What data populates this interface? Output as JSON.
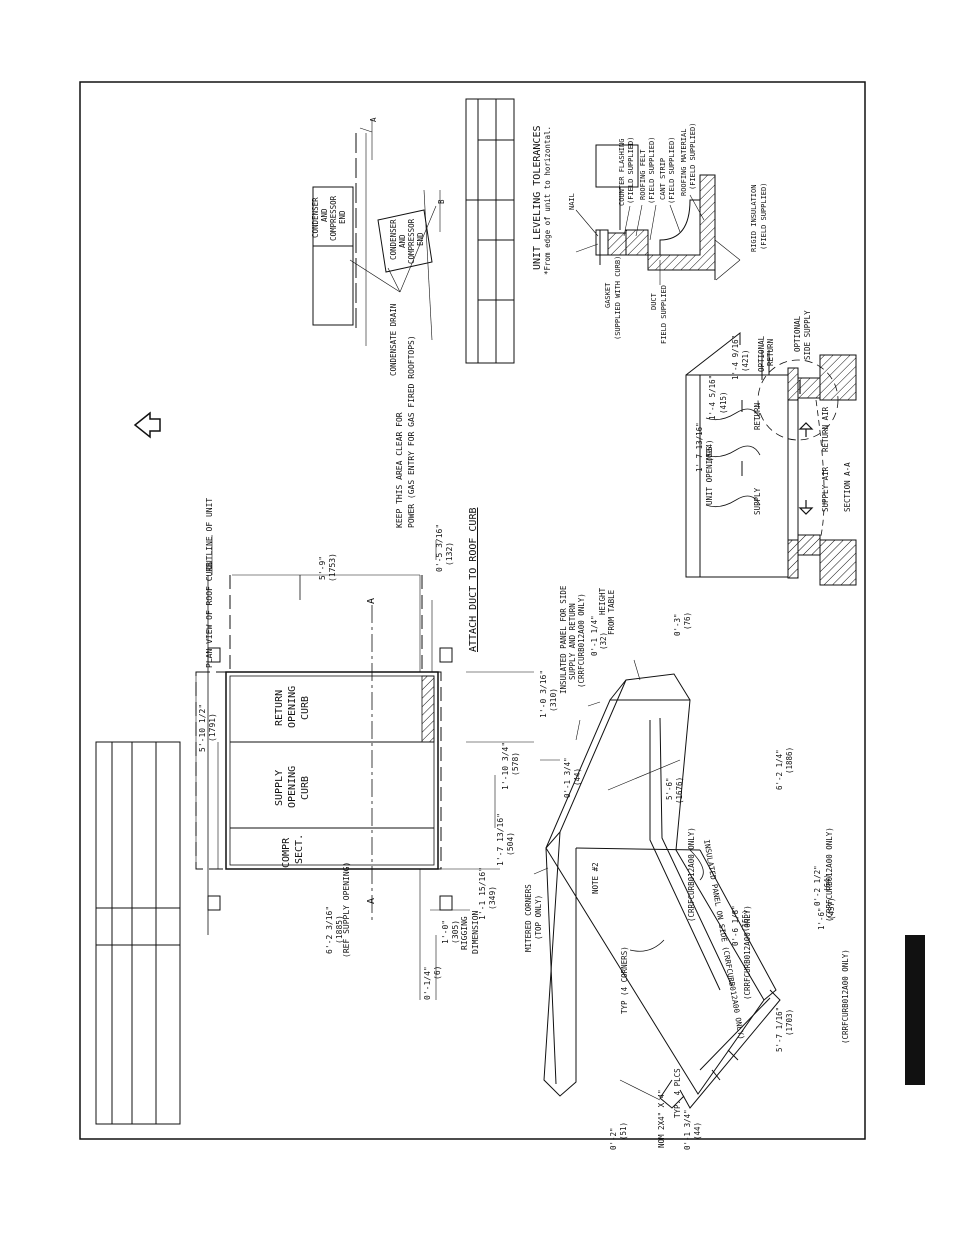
{
  "labels": {
    "plan_view": "PLAN VIEW OF ROOF CURB",
    "outline": "OUTLINE OF UNIT",
    "compr": "COMPR",
    "sect": "SECT.",
    "supply_curb_1": "SUPPLY",
    "supply_curb_2": "OPENING",
    "supply_curb_3": "CURB",
    "return_curb_1": "RETURN",
    "return_curb_2": "OPENING",
    "return_curb_3": "CURB",
    "attach_duct": "ATTACH DUCT TO ROOF CURB",
    "keep_clear_1": "KEEP THIS AREA CLEAR FOR",
    "keep_clear_2": "POWER (GAS ENTRY FOR GAS FIRED ROOFTOPS)",
    "section_letter": "A",
    "condensate_drain": "CONDENSATE DRAIN",
    "cond_comp_1": "CONDENSER",
    "cond_comp_2": "AND",
    "cond_comp_3": "COMPRESSOR",
    "cond_comp_4": "END",
    "level_letter_a": "A",
    "level_letter_b": "B",
    "unit_leveling": "UNIT LEVELING TOLERANCES",
    "from_edge": "*From edge of unit to horizontal.",
    "nail": "NAIL",
    "counter_flashing_1": "COUNTER FLASHING",
    "counter_flashing_2": "(FIELD SUPPLIED)",
    "roofing_felt_1": "ROOFING FELT",
    "roofing_felt_2": "(FIELD SUPPLIED)",
    "cant_strip_1": "CANT STRIP",
    "cant_strip_2": "(FIELD SUPPLIED)",
    "roofing_material_1": "ROOFING MATERIAL",
    "roofing_material_2": "(FIELD SUPPLIED)",
    "gasket_1": "GASKET",
    "gasket_2": "(SUPPLIED WITH CURB)",
    "duct_1": "DUCT",
    "duct_2": "FIELD SUPPLIED",
    "rigid_insulation_1": "RIGID INSULATION",
    "rigid_insulation_2": "(FIELD SUPPLIED)",
    "unit_openings": "UNIT OPENINGS",
    "supply": "SUPPLY",
    "return": "RETURN",
    "supply_air": "SUPPLY AIR",
    "return_air": "RETURN AIR",
    "section_aa": "SECTION A-A",
    "optional_return_1": "OPTIONAL",
    "optional_return_2": "RETURN",
    "optional_side_supply_1": "OPTIONAL",
    "optional_side_supply_2": "SIDE SUPPLY",
    "mitered_corners_1": "MITERED CORNERS",
    "mitered_corners_2": "(TOP ONLY)",
    "note2": "NOTE #2",
    "typ_4_corners": "TYP (4 CORNERS)",
    "insulated_panel_1": "INSULATED PANEL FOR SIDE",
    "insulated_panel_2": "SUPPLY AND RETURN",
    "insulated_panel_3": "(CRRFCURB012A00 ONLY)",
    "height_from_table_1": "HEIGHT",
    "height_from_table_2": "FROM TABLE",
    "crrf_only": "(CRRFCURB012A00 ONLY)",
    "nom_1": "NOM 2X4\" X 4\"",
    "nom_2": "TYP. 4 PLCS",
    "ref_supply_opening": "(REF SUPPLY OPENING)",
    "rigging_1": "RIGGING",
    "rigging_2": "DIMENSION"
  },
  "dimensions": {
    "d_5_10": "5'-10 1/2\"",
    "d_5_10_mm": "(1791)",
    "d_5_9": "5'-9\"",
    "d_5_9_mm": "(1753)",
    "d_0_5": "0'-5 3/16\"",
    "d_0_5_mm": "(132)",
    "d_1_0": "1'-0 3/16\"",
    "d_1_0_mm": "(310)",
    "d_1_10": "1'-10 3/4\"",
    "d_1_10_mm": "(578)",
    "d_1_7": "1'-7 13/16\"",
    "d_1_7_mm": "(504)",
    "d_1_1": "1'-1 15/16\"",
    "d_1_1_mm": "(349)",
    "d_1_0b": "1'-0\"",
    "d_1_0b_mm": "(305)",
    "d_0_1": "0'-1/4\"",
    "d_0_1_mm": "(6)",
    "d_6_2": "6'-2 3/16\"",
    "d_6_2_mm": "(1885)",
    "d_0_1_3_4": "0'-1 3/4\"",
    "d_0_1_3_4_mm": "(44)",
    "d_0_1_1_4": "0'-1 1/4\"",
    "d_0_1_1_4_mm": "(32)",
    "d_0_3": "0'-3\"",
    "d_0_3_mm": "(76)",
    "d_5_6": "5'-6\"",
    "d_5_6_mm": "(1676)",
    "d_6_2_1_4": "6'-2 1/4\"",
    "d_6_2_1_4_mm": "(1886)",
    "d_0_2": "0'-2\"",
    "d_0_2_mm": "(51)",
    "d_0_1_3_4b": "0'-1 3/4\"",
    "d_0_1_3_4b_mm": "(44)",
    "d_0_6": "0'-6 1/8\"",
    "d_0_6_mm": "(155)",
    "d_1_6": "1'-6\"",
    "d_1_6_mm": "(457)",
    "d_0_2_1_2": "0'-2 1/2\"",
    "d_0_2_1_2_mm": "(64)",
    "d_5_7": "5'-7 1/16\"",
    "d_5_7_mm": "(1703)",
    "d_1_4_9": "1'-4 9/16\"",
    "d_1_4_9_mm": "(421)",
    "d_1_4_5": "1'-4 5/16\"",
    "d_1_4_5_mm": "(415)",
    "d_1_7b": "1'-7 13/16\"",
    "d_1_7b_mm": "(504)",
    "shoulder": "INSULATED PANEL ON SIDE (CRRFCURB012A00 ONLY)"
  }
}
